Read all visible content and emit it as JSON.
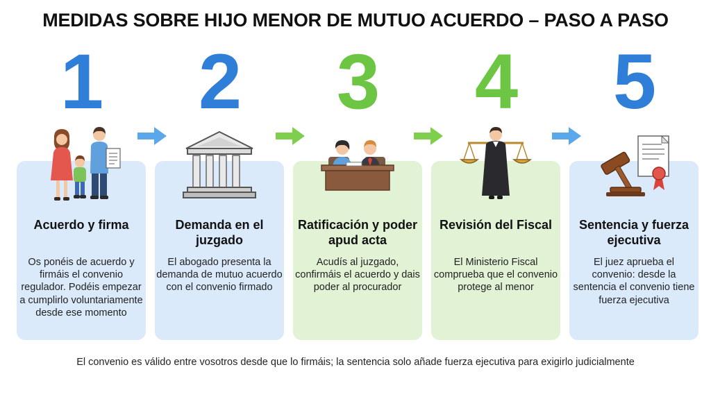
{
  "title": "MEDIDAS SOBRE HIJO MENOR DE MUTUO ACUERDO – PASO A PASO",
  "steps": [
    {
      "number": "1",
      "color": "#2f7fd8",
      "icon": "family-with-document-icon",
      "title": "Acuerdo y firma",
      "description": "Os ponéis de acuerdo y firmáis el convenio regulador. Podéis empezar a cumplirlo voluntariamente desde ese momento"
    },
    {
      "number": "2",
      "color": "#2f7fd8",
      "icon": "courthouse-icon",
      "title": "Demanda en el juzgado",
      "description": "El abogado presenta la demanda de mutuo acuerdo con el convenio firmado"
    },
    {
      "number": "3",
      "color": "#6cc644",
      "icon": "couple-at-desk-icon",
      "title": "Ratificación y poder apud acta",
      "description": "Acudís al juzgado, confirmáis el acuerdo y dais poder al procurador"
    },
    {
      "number": "4",
      "color": "#6cc644",
      "icon": "prosecutor-scales-icon",
      "title": "Revisión del Fiscal",
      "description": "El Ministerio Fiscal comprueba que el convenio protege al menor"
    },
    {
      "number": "5",
      "color": "#2f7fd8",
      "icon": "gavel-certificate-icon",
      "title": "Sentencia y fuerza ejecutiva",
      "description": "El juez aprueba el convenio: desde la sentencia el convenio tiene fuerza ejecutiva"
    }
  ],
  "arrow_colors": [
    "#5aa7ea",
    "#7fcf4e",
    "#7fcf4e",
    "#5aa7ea"
  ],
  "footer": "El convenio es válido entre vosotros desde que lo firmáis; la sentencia solo añade fuerza ejecutiva para exigirlo judicialmente"
}
